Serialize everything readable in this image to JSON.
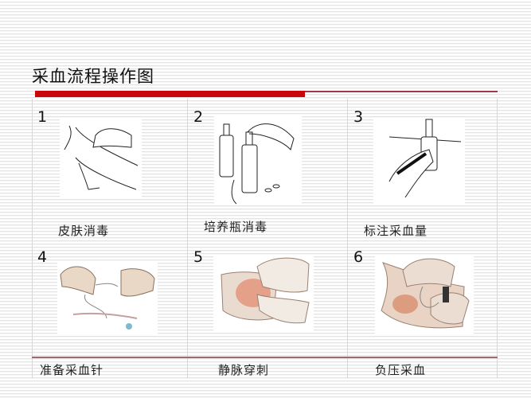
{
  "slide": {
    "title": "采血流程操作图",
    "accent_color": "#c8060b",
    "steps": [
      {
        "number": "1",
        "label": "皮肤消毒",
        "icon": "skin-disinfection-illustration"
      },
      {
        "number": "2",
        "label": "培养瓶消毒",
        "icon": "culture-bottle-disinfection-illustration"
      },
      {
        "number": "3",
        "label": "标注采血量",
        "icon": "label-blood-volume-illustration"
      },
      {
        "number": "4",
        "label": "准备采血针",
        "icon": "prepare-blood-needle-illustration"
      },
      {
        "number": "5",
        "label": "静脉穿刺",
        "icon": "venipuncture-illustration"
      },
      {
        "number": "6",
        "label": "负压采血",
        "icon": "vacuum-blood-collection-illustration"
      }
    ]
  }
}
